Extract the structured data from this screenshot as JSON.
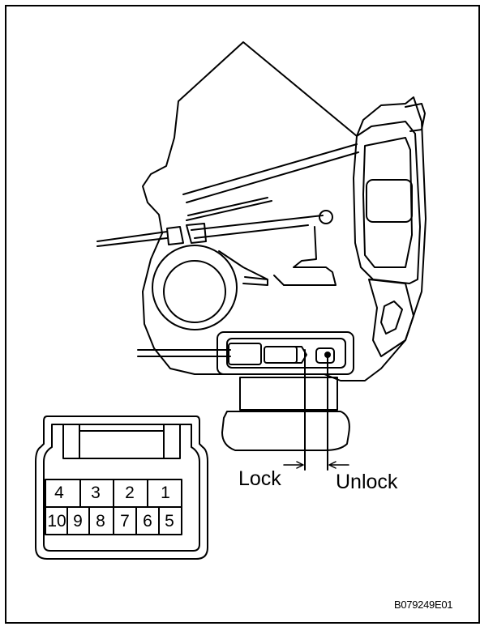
{
  "labels": {
    "lock": "Lock",
    "unlock": "Unlock",
    "figure_code": "B079249E01"
  },
  "connector": {
    "top_row": [
      "4",
      "3",
      "2",
      "1"
    ],
    "bottom_row": [
      "10",
      "9",
      "8",
      "7",
      "6",
      "5"
    ]
  },
  "colors": {
    "line": "#000000",
    "background": "#ffffff"
  }
}
